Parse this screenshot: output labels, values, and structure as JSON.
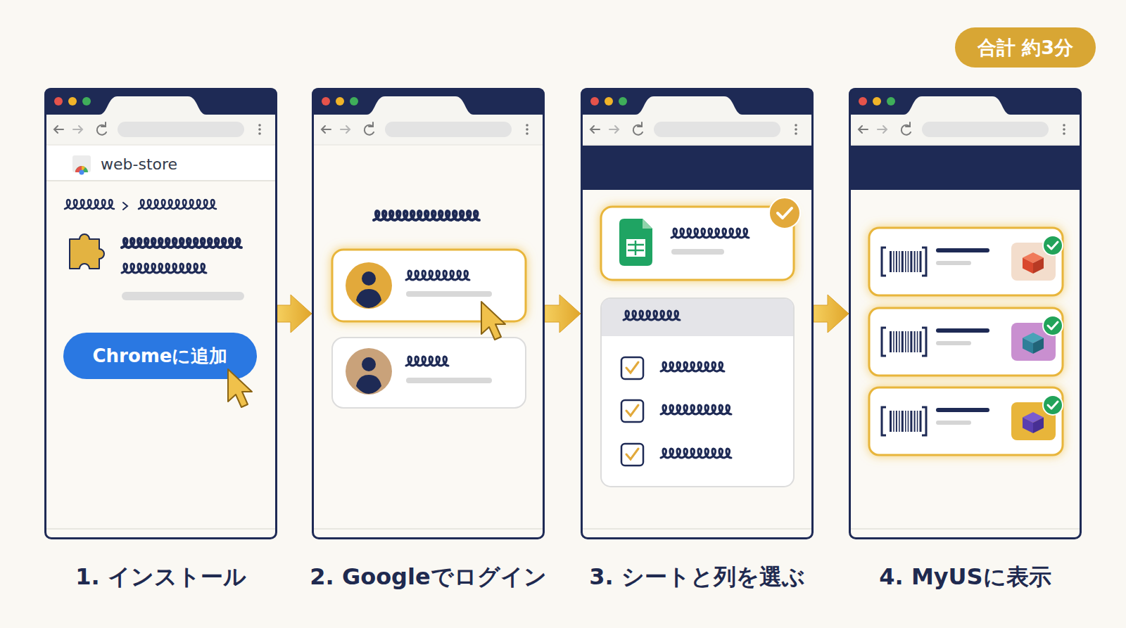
{
  "diagram": {
    "nodes": [
      {
        "text": [
          "1. インストール"
        ]
      },
      {
        "text": [
          "web-store"
        ],
        "in": 0
      },
      {
        "text": [
          "Chromeに追加"
        ],
        "in": 0
      },
      {
        "text": [
          "2. Googleでログイン"
        ]
      },
      {
        "text": [
          "3. シートと列を選ぶ"
        ]
      },
      {
        "text": [
          "4. MyUSに表示"
        ]
      },
      {
        "text": [
          "合計 約3分"
        ]
      }
    ],
    "edges": [
      {
        "from": 0,
        "to": 3,
        "arrow": "to"
      },
      {
        "from": 3,
        "to": 4,
        "arrow": "to"
      },
      {
        "from": 4,
        "to": 5,
        "arrow": "to"
      }
    ]
  }
}
